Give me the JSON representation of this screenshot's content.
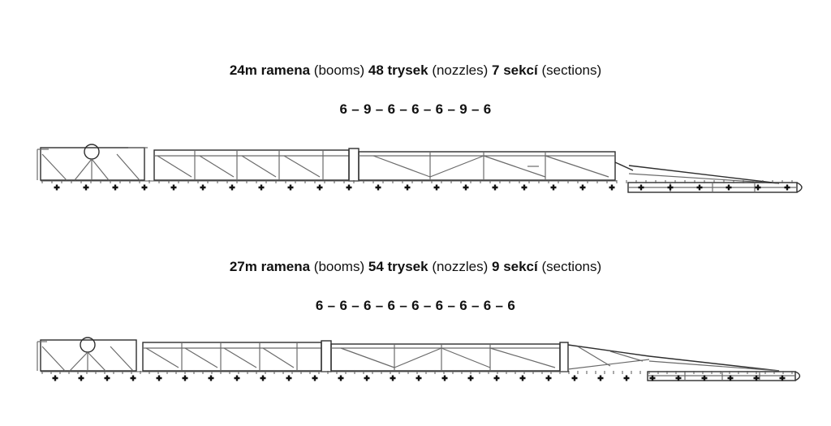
{
  "booms": [
    {
      "title": {
        "width_bold": "24m ramena",
        "width_en": " (booms) ",
        "nozzles_bold": "48 trysek",
        "nozzles_en": " (nozzles) ",
        "sections_bold": "7 sekcí",
        "sections_en": " (sections)"
      },
      "section_sequence": "6 – 9 – 6 – 6 – 6 – 9 – 6"
    },
    {
      "title": {
        "width_bold": "27m ramena",
        "width_en": " (booms) ",
        "nozzles_bold": "54 trysek",
        "nozzles_en": " (nozzles) ",
        "sections_bold": "9 sekcí",
        "sections_en": " (sections)"
      },
      "section_sequence": "6 – 6 – 6 – 6 – 6 – 6 – 6 – 6 – 6"
    }
  ],
  "colors": {
    "frame": "#6a6a6a",
    "nozzle": "#111111",
    "background": "#ffffff"
  }
}
